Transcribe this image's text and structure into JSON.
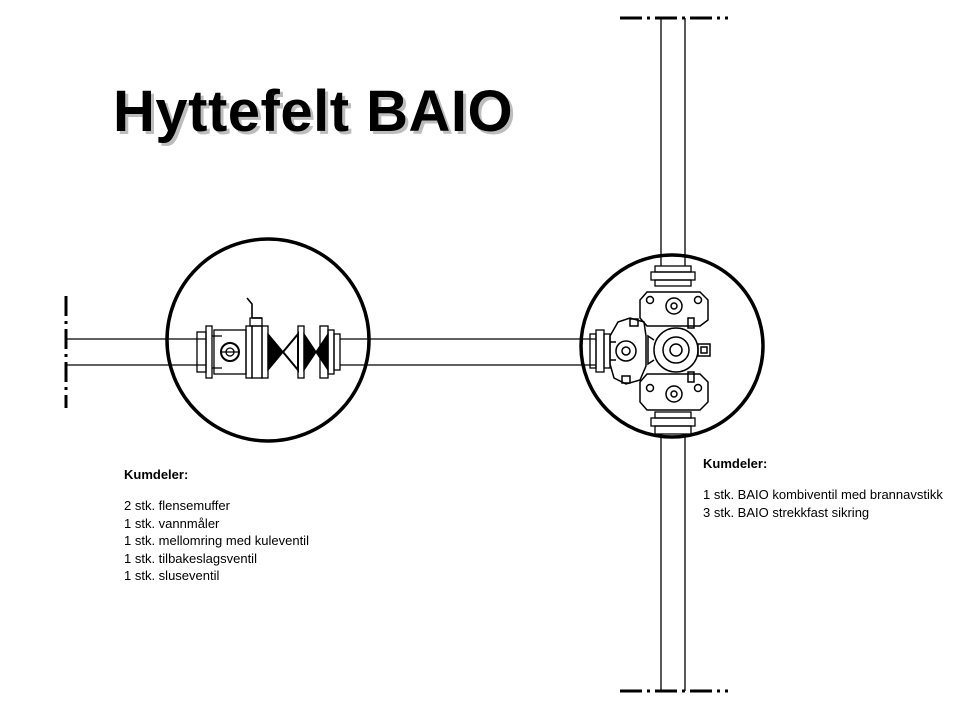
{
  "title": "Hyttefelt BAIO",
  "left_chamber": {
    "heading": "Kumdeler:",
    "items": [
      "2 stk. flensemuffer",
      "1 stk. vannmåler",
      "1 stk. mellomring med kuleventil",
      "1 stk. tilbakeslagsventil",
      "1 stk. sluseventil"
    ]
  },
  "right_chamber": {
    "heading": "Kumdeler:",
    "items": [
      "1 stk. BAIO kombiventil med brannavstikk",
      "3 stk. BAIO strekkfast sikring"
    ]
  },
  "colors": {
    "line": "#000000",
    "background": "#ffffff",
    "title_shadow": "#bdbdbd"
  },
  "icons": [
    "water-meter-icon",
    "gate-valve-icon",
    "check-valve-icon",
    "ball-valve-icon",
    "combination-valve-icon"
  ]
}
